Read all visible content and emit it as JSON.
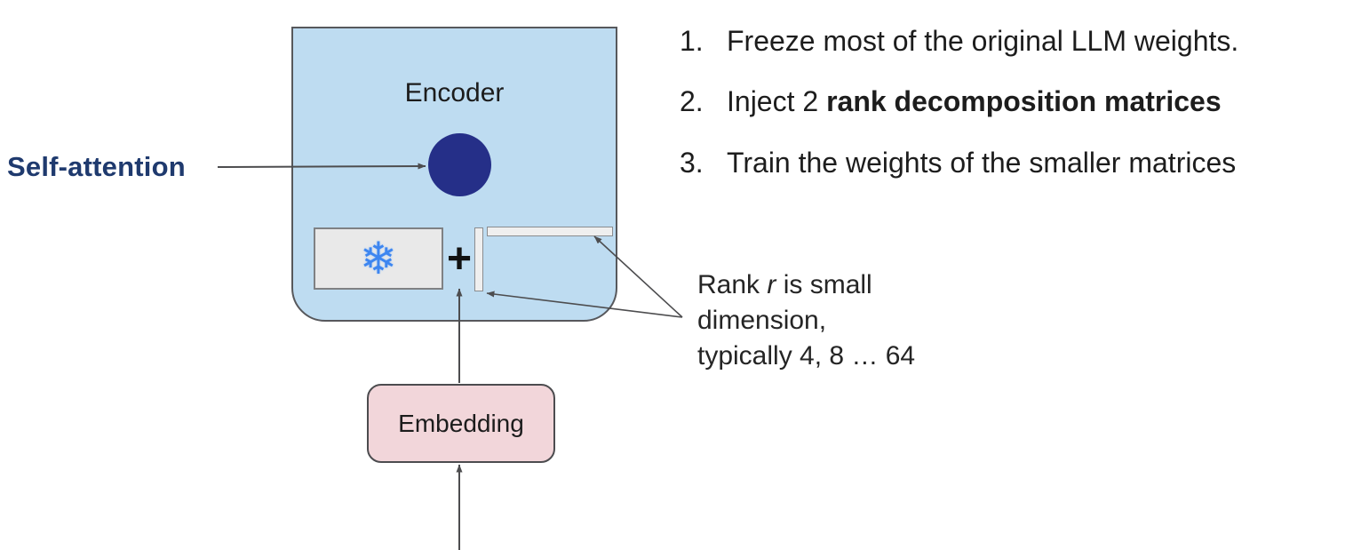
{
  "diagram": {
    "encoder": {
      "label": "Encoder"
    },
    "self_attention": {
      "label": "Self-attention"
    },
    "frozen_weights": {
      "icon": "snowflake-icon",
      "glyph": "❄"
    },
    "plus_sign": "+",
    "embedding": {
      "label": "Embedding"
    },
    "colors": {
      "encoder_fill": "#bedcf1",
      "attention_circle": "#252f88",
      "frozen_box_fill": "#e9e9e9",
      "matrix_fill": "#efefef",
      "embedding_fill": "#f2d6da",
      "self_attention_text": "#1f3a6e",
      "snowflake_blue": "#3e86f0",
      "arrow_stroke": "#4d4d4f"
    }
  },
  "list": {
    "items": [
      {
        "number": "1.",
        "prefix": "Freeze most of the original LLM weights.",
        "bold": ""
      },
      {
        "number": "2.",
        "prefix": "Inject 2 ",
        "bold": "rank decomposition matrices"
      },
      {
        "number": "3.",
        "prefix": "Train the weights of the smaller matrices",
        "bold": ""
      }
    ]
  },
  "rank_note": {
    "line1_prefix": "Rank ",
    "line1_italic": "r",
    "line1_suffix": " is small",
    "line2": "dimension,",
    "line3": "typically 4, 8 … 64"
  }
}
